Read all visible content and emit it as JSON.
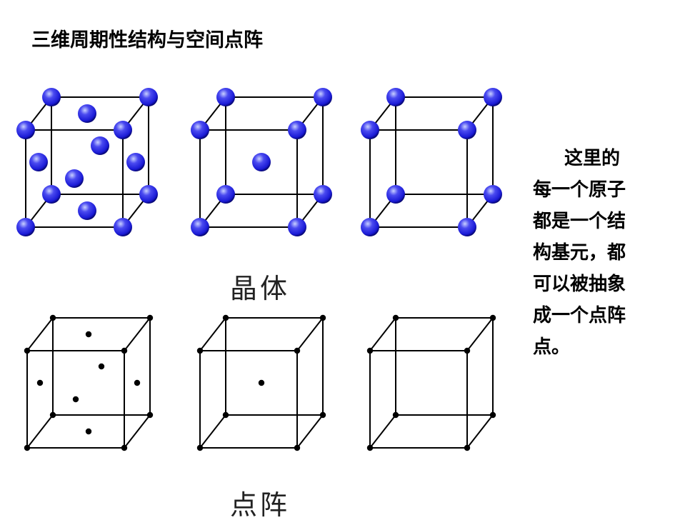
{
  "slide": {
    "title": "三维周期性结构与空间点阵",
    "crystal_label": "晶体",
    "lattice_label": "点阵",
    "note_lines": [
      "这里的",
      "每一个原子",
      "都是一个结",
      "构基元，都",
      "可以被抽象",
      "成一个点阵",
      "点。"
    ]
  },
  "diagram": {
    "cells": [
      {
        "type": "face-centered cubic",
        "has_face_centers": true,
        "has_body_center": false
      },
      {
        "type": "body-centered cubic",
        "has_face_centers": false,
        "has_body_center": true
      },
      {
        "type": "simple cubic",
        "has_face_centers": false,
        "has_body_center": false
      }
    ],
    "colors": {
      "atom": "#1b1bd6",
      "atom_highlight": "#c8d0ff",
      "atom_dark": "#04046a",
      "edge": "#000000",
      "point": "#000000"
    }
  }
}
